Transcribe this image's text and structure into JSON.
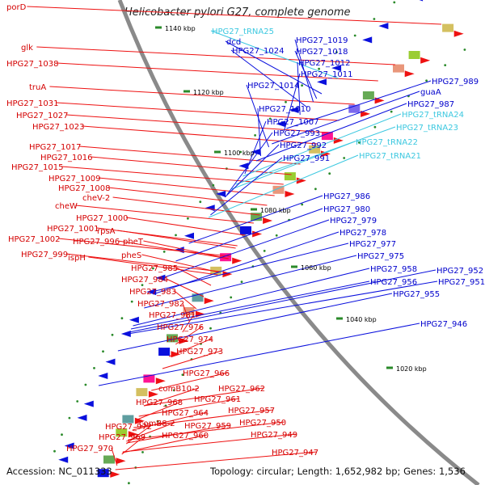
{
  "title": "Helicobacter pylori G27, complete genome",
  "footer": {
    "accession": "Accession: NC_011333",
    "summary": "Topology: circular; Length: 1,652,982 bp; Genes: 1,536"
  },
  "kbp_marks": [
    "1140 kbp",
    "1120 kbp",
    "1100 kbp",
    "1080 kbp",
    "1060 kbp",
    "1040 kbp",
    "1020 kbp"
  ],
  "left_labels": [
    "porD",
    "glk",
    "HPG27_1038",
    "truA",
    "HPG27_1031",
    "HPG27_1027",
    "HPG27_1023",
    "HPG27_1017",
    "HPG27_1016",
    "HPG27_1015",
    "HPG27_1009",
    "HPG27_1008",
    "cheW",
    "cheV-2",
    "HPG27_1000",
    "HPG27_1001",
    "rpsA",
    "HPG27_1002",
    "HPG27_996",
    "pheT",
    "HPG27_999",
    "ispH",
    "pheS",
    "HPG27_985",
    "HPG27_984",
    "HPG27_983",
    "HPG27_982",
    "HPG27_981",
    "HPG27_976",
    "HPG27_974",
    "HPG27_973",
    "HPG27_966",
    "comB10-2",
    "HPG27_962",
    "HPG27_961",
    "HPG27_968",
    "HPG27_964",
    "HPG27_957",
    "comB8-2",
    "HPG27_959",
    "HPG27_950",
    "HPG27_972",
    "HPG27_969",
    "HPG27_960",
    "HPG27_949",
    "HPG27_970",
    "HPG27_947"
  ],
  "right_labels": [
    "HPG27_tRNA25",
    "dcd",
    "HPG27_1024",
    "HPG27_1019",
    "HPG27_1018",
    "HPG27_1012",
    "HPG27_1011",
    "HPG27_1014",
    "HPG27_989",
    "guaA",
    "HPG27_987",
    "HPG27_tRNA24",
    "HPG27_1010",
    "HPG27_1007",
    "HPG27_tRNA23",
    "HPG27_993",
    "HPG27_tRNA22",
    "HPG27_992",
    "HPG27_991",
    "HPG27_tRNA21",
    "HPG27_986",
    "HPG27_980",
    "HPG27_979",
    "HPG27_978",
    "HPG27_977",
    "HPG27_975",
    "HPG27_958",
    "HPG27_952",
    "HPG27_956",
    "HPG27_951",
    "HPG27_955",
    "HPG27_946"
  ],
  "colors": {
    "forward": "#ee1111",
    "reverse": "#0a10dd",
    "trna": "#3cc8e0",
    "backbone": "#8a8a8a",
    "tick": "#2a8a2a"
  }
}
